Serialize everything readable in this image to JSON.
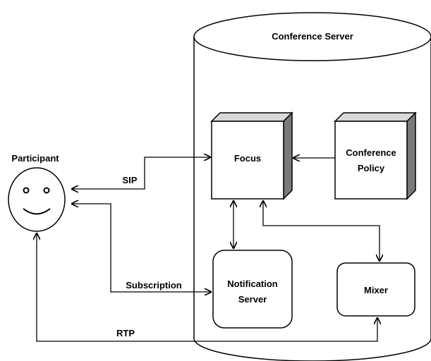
{
  "diagram": {
    "server_label": "Conference Server",
    "participant_label": "Participant",
    "focus_label": "Focus",
    "policy_label_line1": "Conference",
    "policy_label_line2": "Policy",
    "notification_label_line1": "Notification",
    "notification_label_line2": "Server",
    "mixer_label": "Mixer",
    "sip_label": "SIP",
    "subscription_label": "Subscription",
    "rtp_label": "RTP"
  },
  "colors": {
    "stroke": "#000000",
    "box_side": "#7a7a7a",
    "box_top": "#d9d9d9",
    "background": "#ffffff"
  }
}
